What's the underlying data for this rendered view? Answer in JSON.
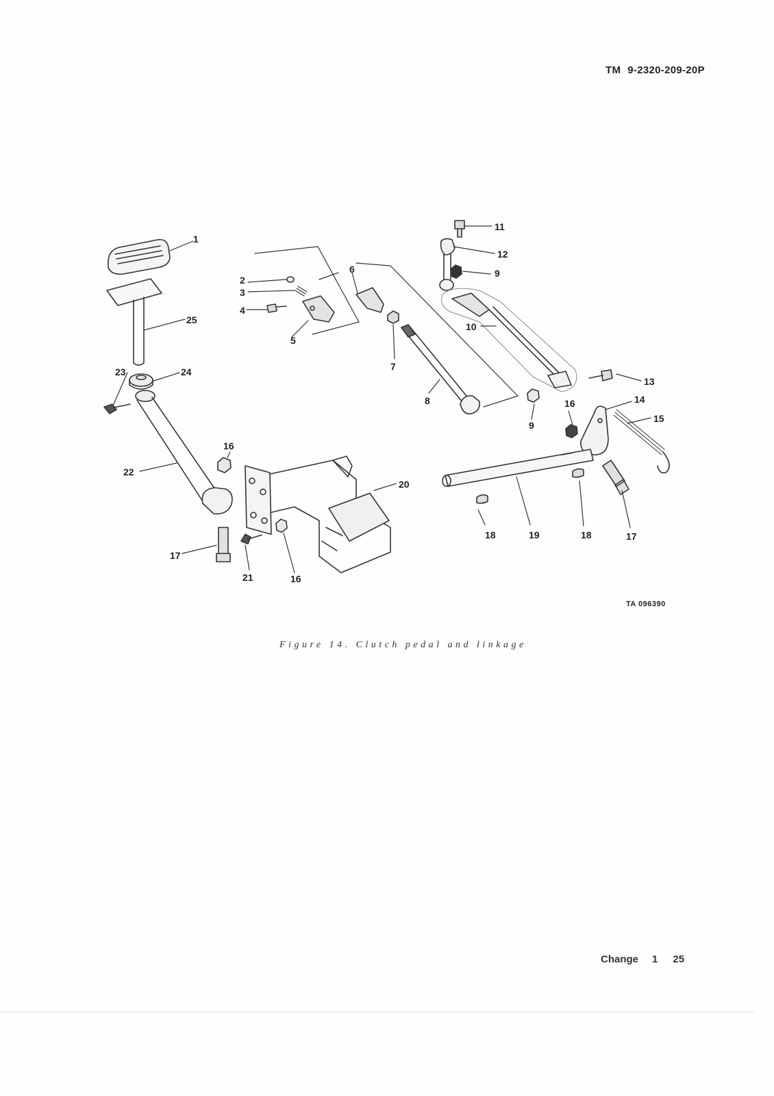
{
  "header": {
    "tm_prefix": "TM",
    "tm_number": "9-2320-209-20P"
  },
  "figure": {
    "ta_code": "TA 096390",
    "caption": "Figure 14. Clutch pedal and linkage",
    "callouts": {
      "c1": "1",
      "c2": "2",
      "c3": "3",
      "c4": "4",
      "c5": "5",
      "c6": "6",
      "c7": "7",
      "c8": "8",
      "c9a": "9",
      "c9b": "9",
      "c10": "10",
      "c11": "11",
      "c12": "12",
      "c13": "13",
      "c14": "14",
      "c15": "15",
      "c16a": "16",
      "c16b": "16",
      "c16c": "16",
      "c17a": "17",
      "c17b": "17",
      "c18a": "18",
      "c18b": "18",
      "c19": "19",
      "c20": "20",
      "c21": "21",
      "c22": "22",
      "c23": "23",
      "c24": "24",
      "c25": "25"
    }
  },
  "footer": {
    "change_label": "Change",
    "change_number": "1",
    "page_number": "25"
  }
}
